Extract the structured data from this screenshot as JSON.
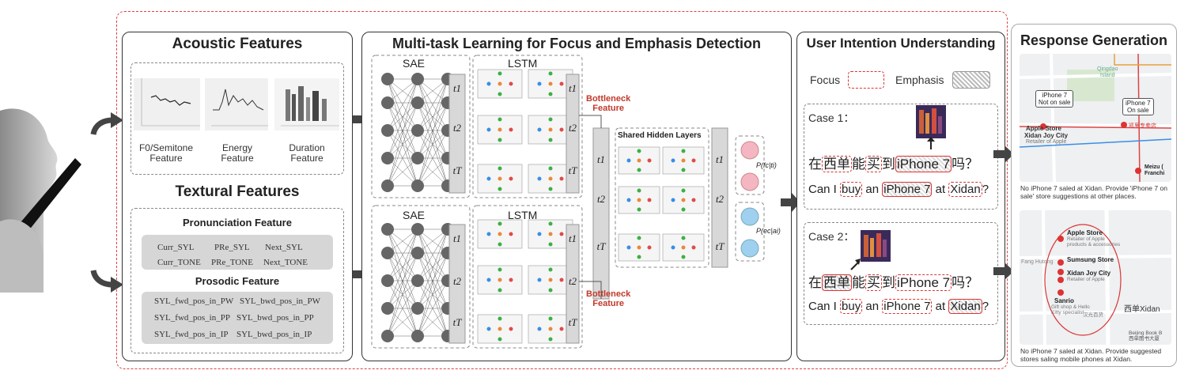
{
  "panels": {
    "acoustic": {
      "title": "Acoustic Features",
      "captions": [
        "F0/Semitone\nFeature",
        "Energy\nFeature",
        "Duration\nFeature"
      ]
    },
    "textural": {
      "title": "Textural Features",
      "pronunciation_title": "Pronunciation Feature",
      "pronunciation_rows": [
        [
          "Curr_SYL",
          "PRe_SYL",
          "Next_SYL"
        ],
        [
          "Curr_TONE",
          "PRe_TONE",
          "Next_TONE"
        ]
      ],
      "prosodic_title": "Prosodic Feature",
      "prosodic_rows": [
        [
          "SYL_fwd_pos_in_PW",
          "SYL_bwd_pos_in_PW"
        ],
        [
          "SYL_fwd_pos_in_PP",
          "SYL_bwd_pos_in_PP"
        ],
        [
          "SYL_fwd_pos_in_IP",
          "SYL_bwd_pos_in_IP"
        ]
      ]
    },
    "mtl": {
      "title": "Multi-task Learning for Focus and Emphasis Detection",
      "sae_label": "SAE",
      "lstm_label": "LSTM",
      "bottleneck_label": "Bottleneck\nFeature",
      "shared_label": "Shared Hidden Layers",
      "t_labels": [
        "t1",
        "t2",
        "tT"
      ],
      "prob_focus": "P(fc|ti)",
      "prob_emph": "P(ec|ai)"
    },
    "intent": {
      "title": "User Intention Understanding",
      "legend_focus": "Focus",
      "legend_emphasis": "Emphasis",
      "case1": {
        "label": "Case 1：",
        "zh": [
          "在",
          "西单",
          "能",
          "买",
          "到",
          "iPhone 7",
          "吗？"
        ],
        "en": [
          "Can I",
          "buy",
          "an",
          "iPhone 7",
          "at",
          "Xidan",
          "?"
        ]
      },
      "case2": {
        "label": "Case 2：",
        "zh": [
          "在",
          "西单",
          "能",
          "买",
          "到",
          "iPhone 7",
          "吗？"
        ],
        "en": [
          "Can I",
          "buy",
          "an",
          "iPhone 7",
          "at",
          "Xidan",
          "?"
        ]
      }
    },
    "response": {
      "title": "Response Generation",
      "map1_labels": {
        "qingdao": "Qingdao\nIsland",
        "not_on_sale": "iPhone 7\nNot on sale",
        "on_sale": "iPhone 7\nOn sale",
        "apple": "Apple Store",
        "xidan_joy": "Xidan Joy City",
        "retailer": "Retailer of Apple",
        "meizu": "Meizu (\nFranchi",
        "shop": "凯里专卖店"
      },
      "caption1": "No iPhone 7 saled at Xidan. Provide 'iPhone 7 on sale' store suggestions at other places.",
      "map2_labels": {
        "apple": "Apple Store",
        "apple_sub": "Retailer of Apple\nproducts & accessories",
        "samsung": "Sumsung Store",
        "xidan_joy": "Xidan Joy City",
        "retailer": "Retailer of Apple",
        "sanrio": "Sanrio",
        "sanrio_sub": "Gift shop & Hello\nKitty specialist",
        "xidan_cn": "西单Xidan",
        "hutong": "Fang Hutong",
        "beijing_book": "Beijing Book B\n西单图书大厦",
        "hanguang": "汉光百货"
      },
      "caption2": "No iPhone 7 saled at Xidan. Provide suggested stores saling mobile phones at Xidan."
    }
  },
  "colors": {
    "dashed_outer": "#d44",
    "focus": "#d33",
    "bottleneck": "#c0392b",
    "node_green": "#3cb043",
    "node_orange": "#e8893a",
    "node_blue": "#3a8ee6",
    "node_red": "#e04a4a",
    "out_pink": "#f4b6c2",
    "out_blue": "#9fd0ef"
  }
}
